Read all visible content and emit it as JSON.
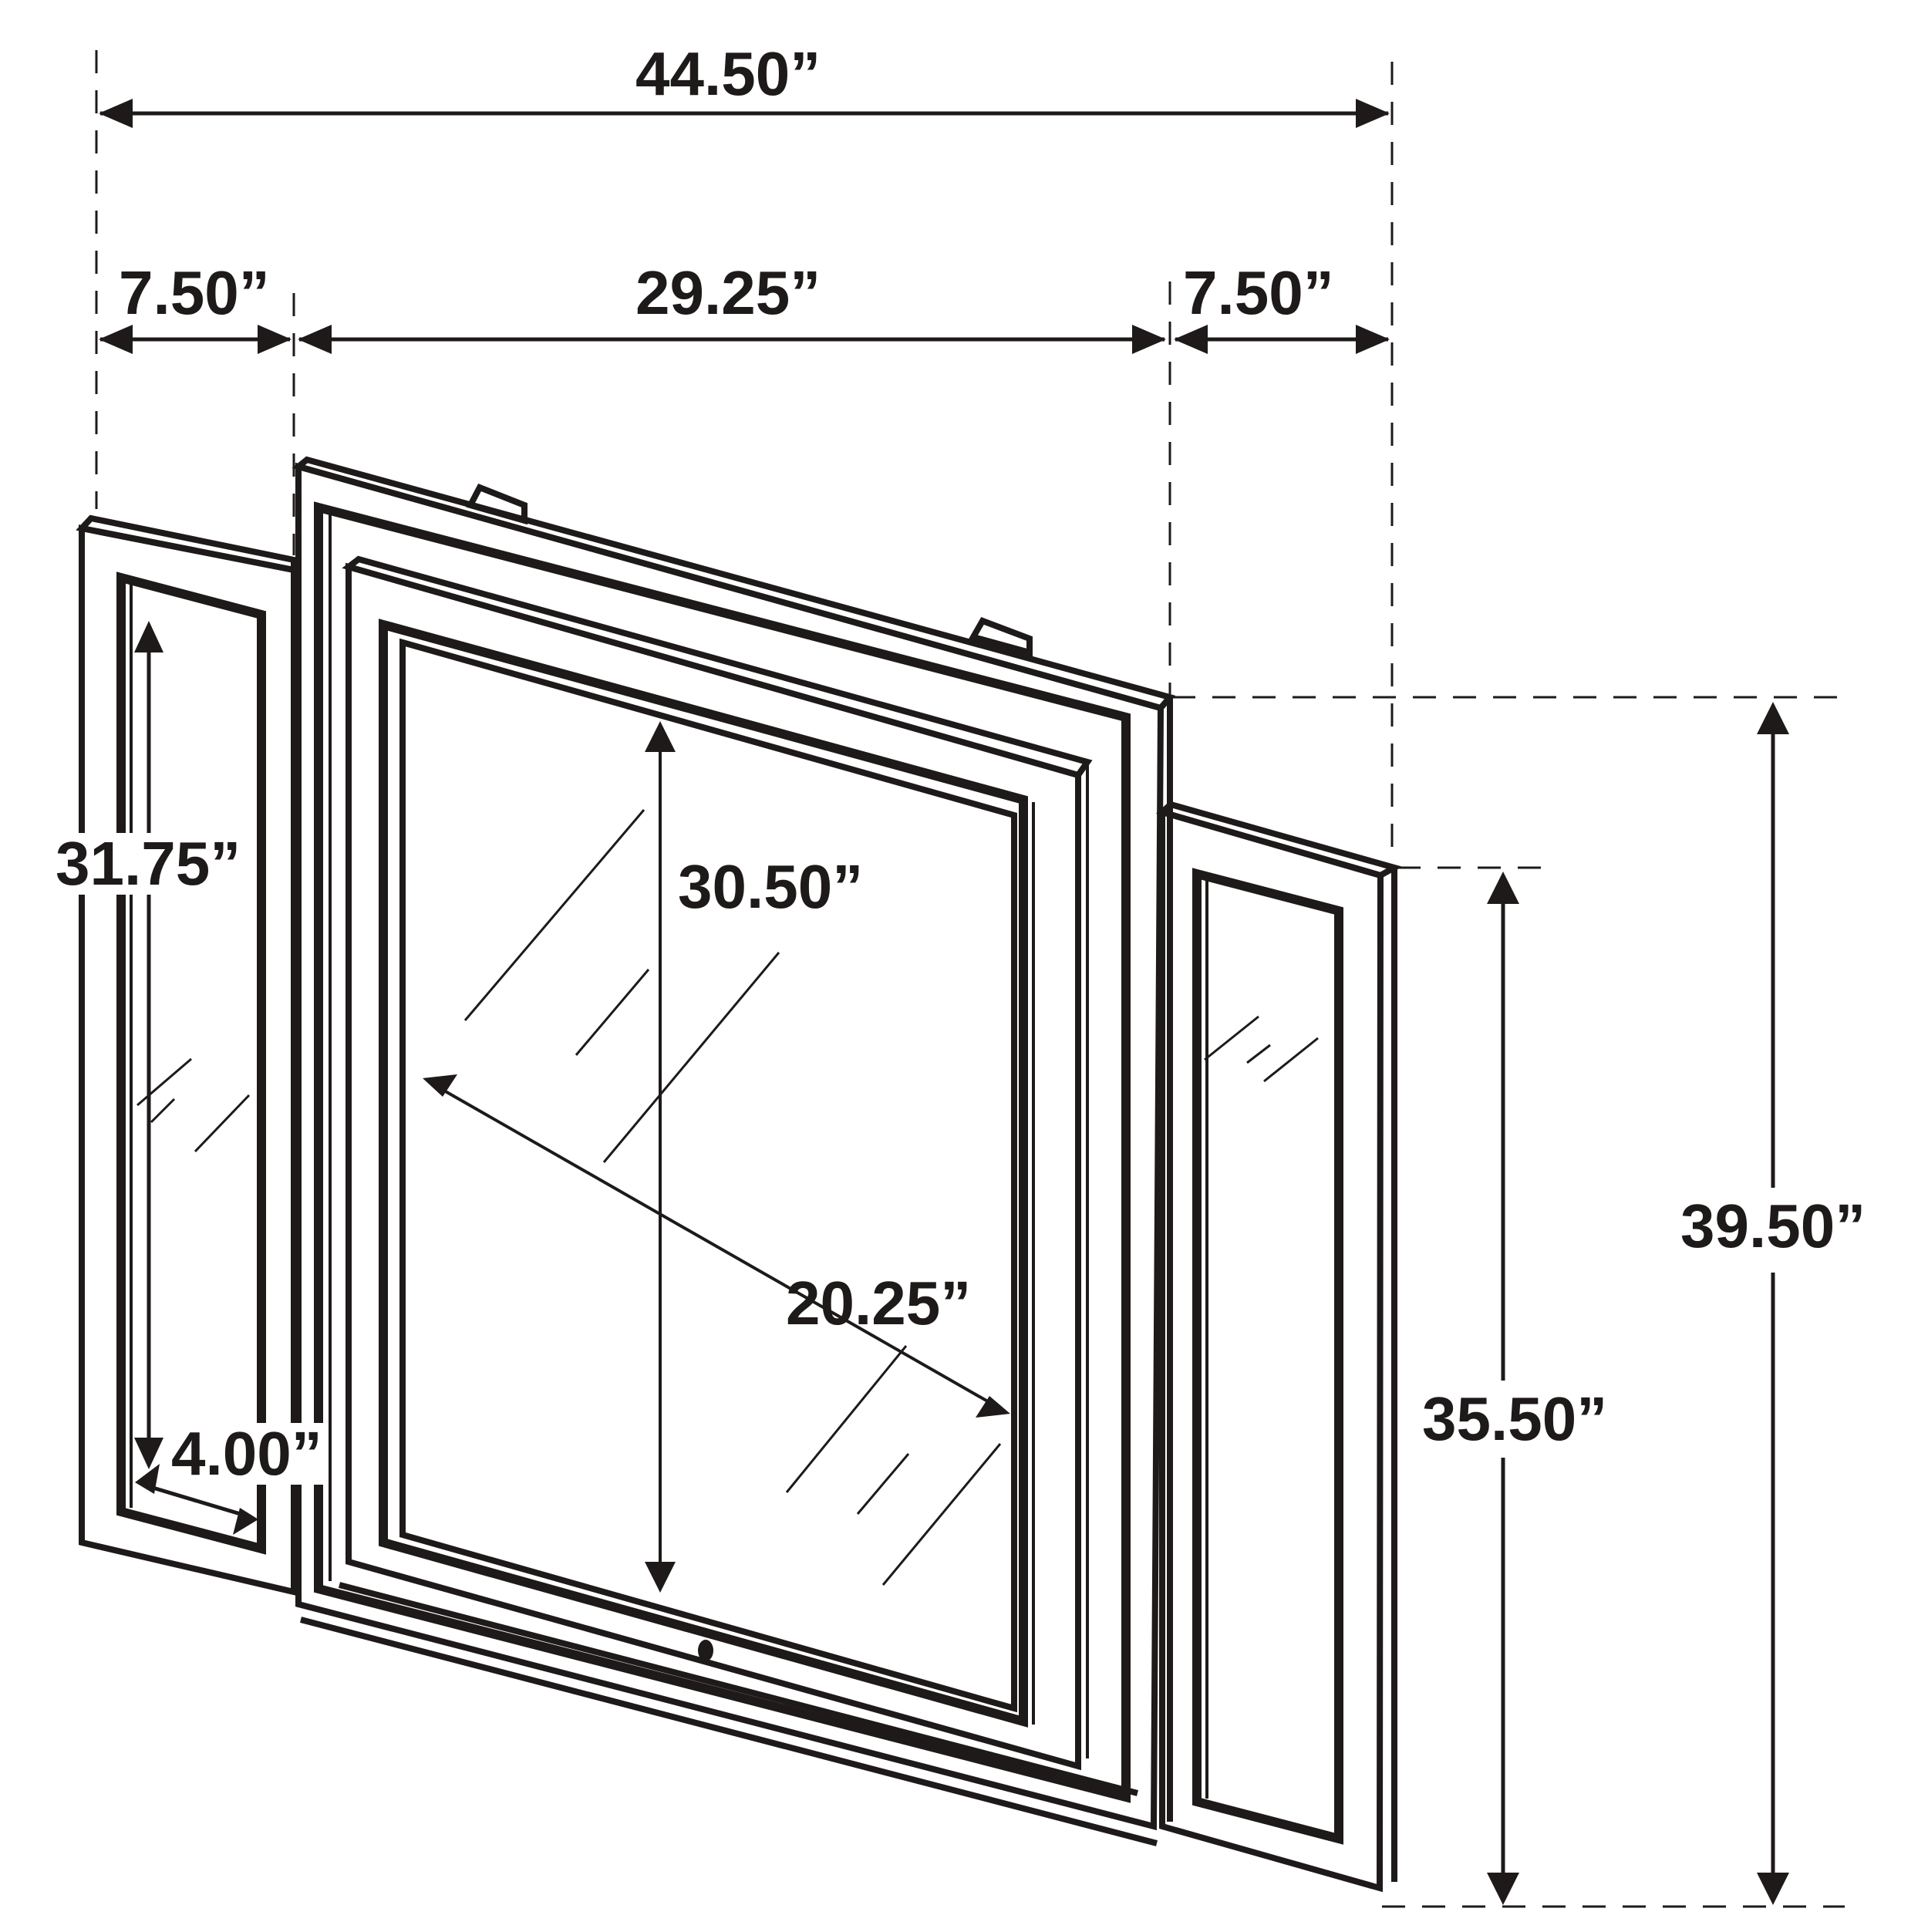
{
  "diagram": {
    "title": "Vanity tri-fold mirror dimensions",
    "units": "inches",
    "stroke_color": "#1e1a1a",
    "background_color": "#ffffff"
  },
  "dimensions": {
    "overall_width": {
      "label": "44.50”",
      "value": 44.5
    },
    "left_panel_width": {
      "label": "7.50”",
      "value": 7.5
    },
    "center_width": {
      "label": "29.25”",
      "value": 29.25
    },
    "right_panel_width": {
      "label": "7.50”",
      "value": 7.5
    },
    "side_glass_height": {
      "label": "31.75”",
      "value": 31.75
    },
    "side_glass_width": {
      "label": "4.00”",
      "value": 4.0
    },
    "center_glass_height": {
      "label": "30.50”",
      "value": 30.5
    },
    "center_glass_width": {
      "label": "20.25”",
      "value": 20.25
    },
    "overall_height": {
      "label": "39.50”",
      "value": 39.5
    },
    "side_panel_height": {
      "label": "35.50”",
      "value": 35.5
    }
  },
  "parts": {
    "left_panel": "left-side-mirror-panel",
    "center_mirror": "center-mirror",
    "right_panel": "right-side-mirror-panel",
    "mounting_tabs": 2,
    "knob": 1
  }
}
